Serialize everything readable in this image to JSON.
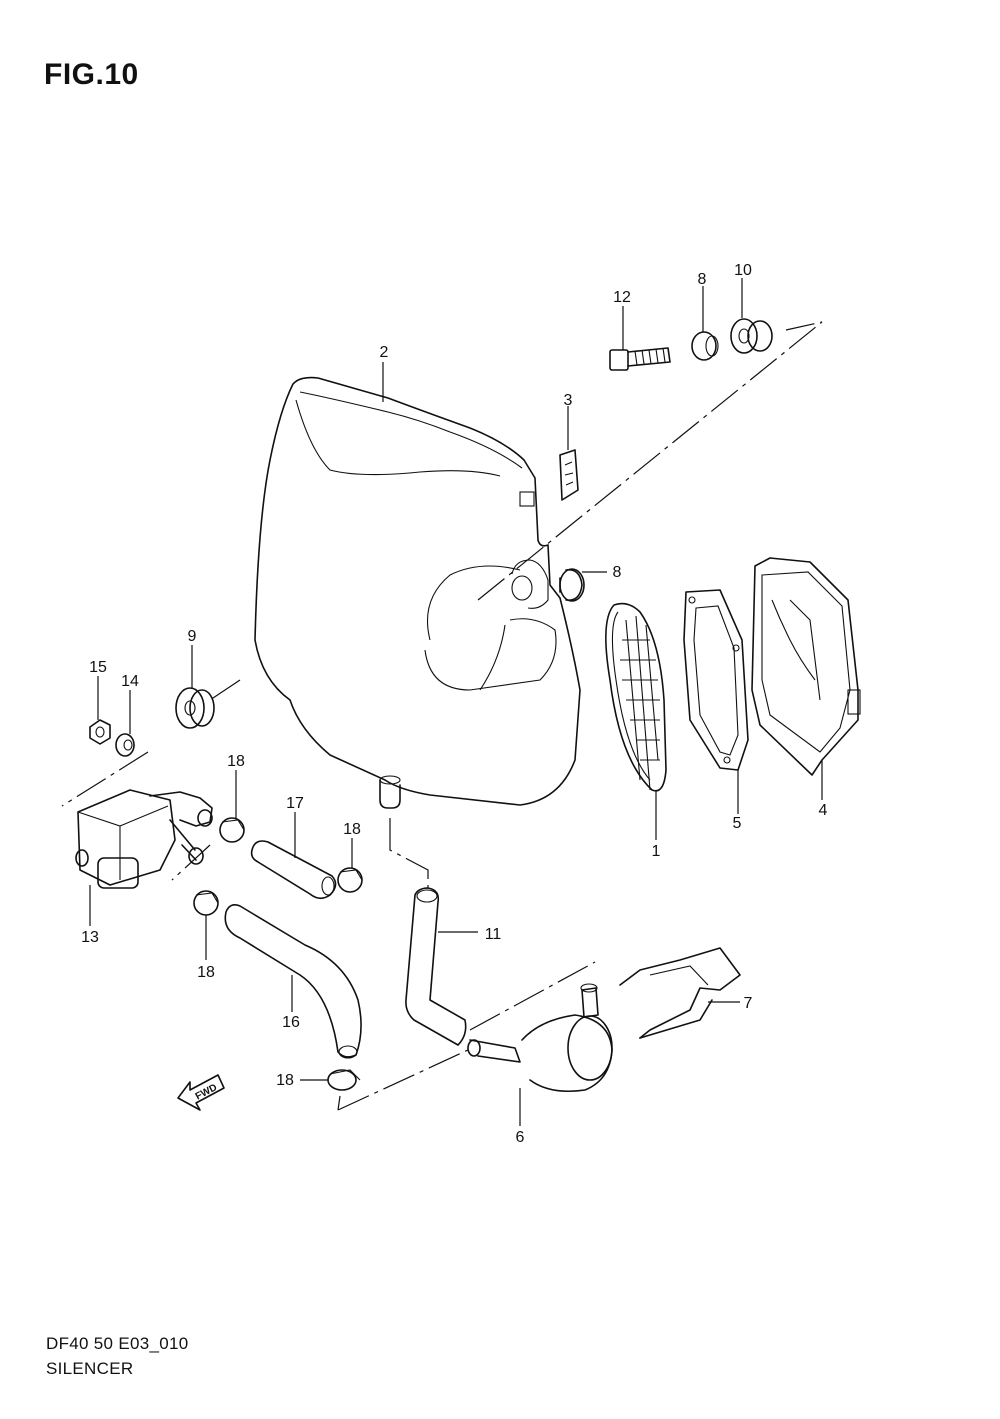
{
  "figure": {
    "title": "FIG.10",
    "code": "DF40 50 E03_010",
    "name": "SILENCER"
  },
  "fwd_label": "FWD",
  "callouts": [
    {
      "id": "c1",
      "label": "1"
    },
    {
      "id": "c2",
      "label": "2"
    },
    {
      "id": "c3",
      "label": "3"
    },
    {
      "id": "c4",
      "label": "4"
    },
    {
      "id": "c5",
      "label": "5"
    },
    {
      "id": "c6",
      "label": "6"
    },
    {
      "id": "c7",
      "label": "7"
    },
    {
      "id": "c8a",
      "label": "8"
    },
    {
      "id": "c8b",
      "label": "8"
    },
    {
      "id": "c9",
      "label": "9"
    },
    {
      "id": "c10",
      "label": "10"
    },
    {
      "id": "c11",
      "label": "11"
    },
    {
      "id": "c12",
      "label": "12"
    },
    {
      "id": "c13",
      "label": "13"
    },
    {
      "id": "c14",
      "label": "14"
    },
    {
      "id": "c15",
      "label": "15"
    },
    {
      "id": "c16",
      "label": "16"
    },
    {
      "id": "c17",
      "label": "17"
    },
    {
      "id": "c18a",
      "label": "18"
    },
    {
      "id": "c18b",
      "label": "18"
    },
    {
      "id": "c18c",
      "label": "18"
    },
    {
      "id": "c18d",
      "label": "18"
    }
  ]
}
